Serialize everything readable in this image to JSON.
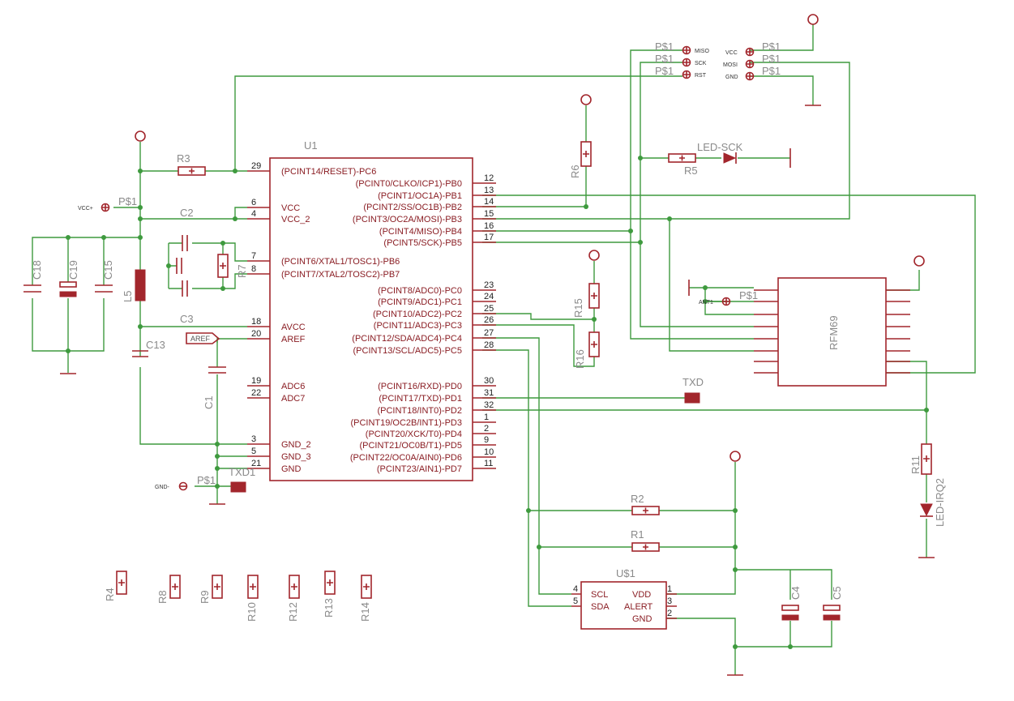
{
  "colors": {
    "wire": "#3e9a3e",
    "part": "#a2262c",
    "label": "#8a8a8a",
    "background": "#ffffff"
  },
  "u1": {
    "name": "U1",
    "left_pins": [
      {
        "num": "29",
        "label": "(PCINT14/RESET)-PC6"
      },
      {
        "num": "6",
        "label": "VCC"
      },
      {
        "num": "4",
        "label": "VCC_2"
      },
      {
        "num": "7",
        "label": "(PCINT6/XTAL1/TOSC1)-PB6"
      },
      {
        "num": "8",
        "label": "(PCINT7/XTAL2/TOSC2)-PB7"
      },
      {
        "num": "18",
        "label": "AVCC"
      },
      {
        "num": "20",
        "label": "AREF"
      },
      {
        "num": "19",
        "label": "ADC6"
      },
      {
        "num": "22",
        "label": "ADC7"
      },
      {
        "num": "3",
        "label": "GND_2"
      },
      {
        "num": "5",
        "label": "GND_3"
      },
      {
        "num": "21",
        "label": "GND"
      }
    ],
    "right_pins": [
      {
        "num": "12",
        "label": "(PCINT0/CLKO/ICP1)-PB0"
      },
      {
        "num": "13",
        "label": "(PCINT1/OC1A)-PB1"
      },
      {
        "num": "14",
        "label": "(PCINT2/SS/OC1B)-PB2"
      },
      {
        "num": "15",
        "label": "(PCINT3/OC2A/MOSI)-PB3"
      },
      {
        "num": "16",
        "label": "(PCINT4/MISO)-PB4"
      },
      {
        "num": "17",
        "label": "(PCINT5/SCK)-PB5"
      },
      {
        "num": "23",
        "label": "(PCINT8/ADC0)-PC0"
      },
      {
        "num": "24",
        "label": "(PCINT9/ADC1)-PC1"
      },
      {
        "num": "25",
        "label": "(PCINT10/ADC2)-PC2"
      },
      {
        "num": "26",
        "label": "(PCINT11/ADC3)-PC3"
      },
      {
        "num": "27",
        "label": "(PCINT12/SDA/ADC4)-PC4"
      },
      {
        "num": "28",
        "label": "(PCINT13/SCL/ADC5)-PC5"
      },
      {
        "num": "30",
        "label": "(PCINT16/RXD)-PD0"
      },
      {
        "num": "31",
        "label": "(PCINT17/TXD)-PD1"
      },
      {
        "num": "32",
        "label": "(PCINT18/INT0)-PD2"
      },
      {
        "num": "1",
        "label": "(PCINT19/OC2B/INT1)-PD3"
      },
      {
        "num": "2",
        "label": "(PCINT20/XCK/T0)-PD4"
      },
      {
        "num": "9",
        "label": "(PCINT21/OC0B/T1)-PD5"
      },
      {
        "num": "10",
        "label": "(PCINT22/OC0A/AIN0)-PD6"
      },
      {
        "num": "11",
        "label": "(PCINT23/AIN1)-PD7"
      }
    ]
  },
  "u2": {
    "name": "U$1",
    "pins": [
      {
        "num": "4",
        "label": "SCL"
      },
      {
        "num": "5",
        "label": "SDA"
      },
      {
        "num": "1",
        "label": "VDD"
      },
      {
        "num": "3",
        "label": "ALERT"
      },
      {
        "num": "2",
        "label": "GND"
      }
    ]
  },
  "rfm": {
    "name": "RFM69"
  },
  "header": {
    "left": [
      {
        "label": "MISO"
      },
      {
        "label": "SCK"
      },
      {
        "label": "RST"
      }
    ],
    "right": [
      {
        "label": "VCC"
      },
      {
        "label": "MOSI"
      },
      {
        "label": "GND"
      }
    ],
    "pad": "P$1"
  },
  "pads": {
    "vcc": "VCC+",
    "gnd": "GND-",
    "ant": "ANT1",
    "pad": "P$1"
  },
  "labels": {
    "r3": "R3",
    "c2": "C2",
    "c3": "C3",
    "c13": "C13",
    "c1": "C1",
    "c18": "C18",
    "c19": "C19",
    "c15": "C15",
    "l5": "L5",
    "r7": "R7",
    "r6": "R6",
    "r5": "R5",
    "led_sck": "LED-SCK",
    "r15": "R15",
    "r16": "R16",
    "txd": "TXD",
    "txd1": "TXD1",
    "aref": "AREF",
    "r11": "R11",
    "led_irq2": "LED-IRQ2",
    "r2": "R2",
    "r1": "R1",
    "c4": "C4",
    "c5": "C5",
    "r4": "R4",
    "r8": "R8",
    "r9": "R9",
    "r10": "R10",
    "r12": "R12",
    "r13": "R13",
    "r14": "R14"
  }
}
